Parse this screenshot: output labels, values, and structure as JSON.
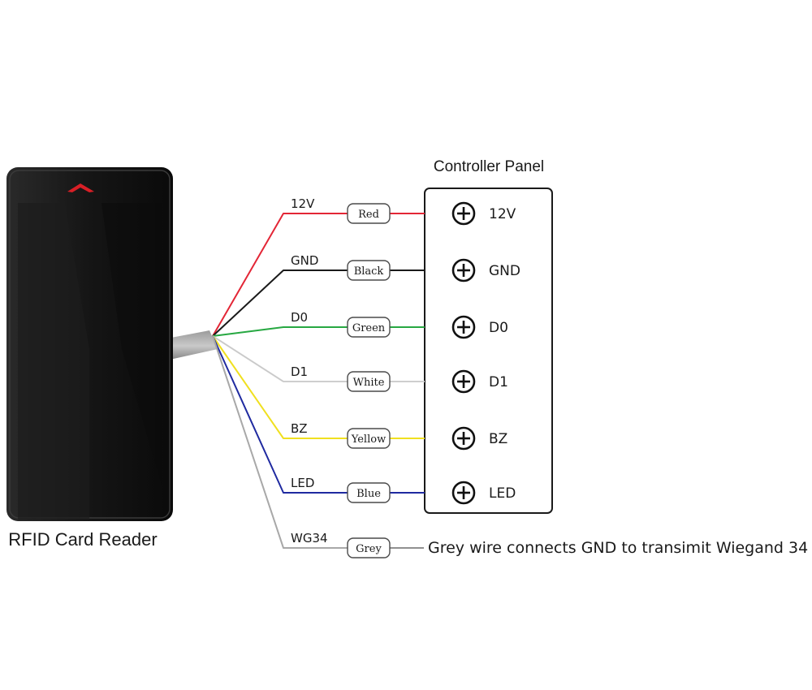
{
  "device": {
    "caption": "RFID Card Reader"
  },
  "panel": {
    "title": "Controller Panel"
  },
  "wires": [
    {
      "id": "12v",
      "label": "12V",
      "color_name": "Red",
      "color": "#e32636",
      "terminal": "12V"
    },
    {
      "id": "gnd",
      "label": "GND",
      "color_name": "Black",
      "color": "#1a1a1a",
      "terminal": "GND"
    },
    {
      "id": "d0",
      "label": "D0",
      "color_name": "Green",
      "color": "#27a842",
      "terminal": "D0"
    },
    {
      "id": "d1",
      "label": "D1",
      "color_name": "White",
      "color": "#d2d2d2",
      "terminal": "D1"
    },
    {
      "id": "bz",
      "label": "BZ",
      "color_name": "Yellow",
      "color": "#f0e020",
      "terminal": "BZ"
    },
    {
      "id": "led",
      "label": "LED",
      "color_name": "Blue",
      "color": "#1f2aa0",
      "terminal": "LED"
    },
    {
      "id": "wg34",
      "label": "WG34",
      "color_name": "Grey",
      "color": "#a8a8a8",
      "terminal": null
    }
  ],
  "note": "Grey wire connects GND to transimit Wiegand 34"
}
